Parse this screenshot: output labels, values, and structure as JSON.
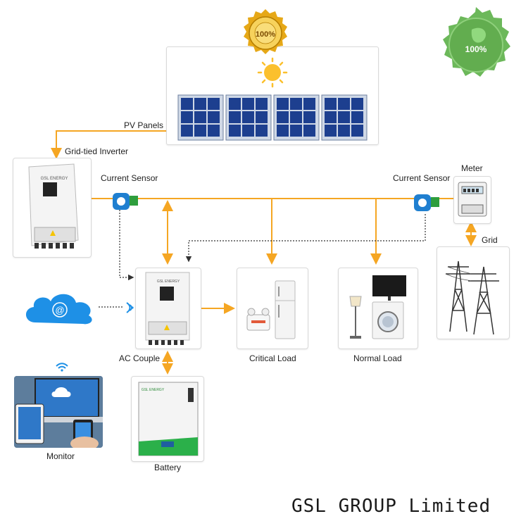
{
  "labels": {
    "pv_panels": "PV Panels",
    "grid_tied_inverter": "Grid-tied Inverter",
    "current_sensor_left": "Current Sensor",
    "current_sensor_right": "Current Sensor",
    "meter": "Meter",
    "grid": "Grid",
    "ac_couple": "AC Couple",
    "critical_load": "Critical Load",
    "normal_load": "Normal Load",
    "monitor": "Monitor",
    "battery": "Battery"
  },
  "device_text": {
    "inverter_brand": "GSL ENERGY",
    "ac_couple_brand": "GSL ENERGY",
    "battery_brand": "GSL ENERGY",
    "cloud_symbol": "@"
  },
  "badges": {
    "seal_text": "100%",
    "green_badge_text": "100%"
  },
  "watermark": "GSL GROUP Limited",
  "colors": {
    "ac_line": "#f5a623",
    "comm_line": "#333333",
    "panel_blue": "#1d3f8f",
    "cloud_blue": "#1e90e6",
    "badge_green": "#5aa84a",
    "seal_gold": "#e6a817"
  }
}
